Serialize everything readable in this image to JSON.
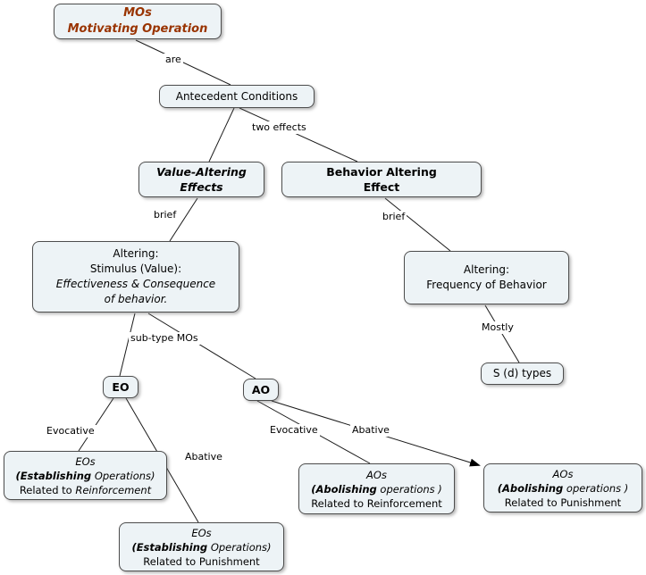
{
  "diagram_title": "MOs Motivating Operation concept map",
  "nodes": {
    "mo": {
      "line1": "MOs",
      "line2": "Motivating Operation"
    },
    "antecedent": {
      "label": "Antecedent Conditions"
    },
    "value_altering": {
      "line1": "Value-Altering",
      "line2": "Effects"
    },
    "behavior_altering": {
      "line1": "Behavior Altering",
      "line2": "Effect"
    },
    "altering_stimulus": {
      "line1": "Altering:",
      "line2": "Stimulus (Value):",
      "line3": "Effectiveness & Consequence",
      "line4": "of behavior."
    },
    "altering_frequency": {
      "line1": "Altering:",
      "line2": "Frequency of Behavior"
    },
    "eo": {
      "label": "EO"
    },
    "ao": {
      "label": "AO"
    },
    "sd_types": {
      "label": "S (d) types"
    },
    "eos_reinforcement": {
      "line1": "EOs",
      "line2_bold": "(Establishing",
      "line2_rest": " Operations)",
      "line3_pre": "Related to ",
      "line3_em": "Reinforcement"
    },
    "eos_punishment": {
      "line1": "EOs",
      "line2_bold": "(Establishing",
      "line2_rest": " Operations)",
      "line3": "Related to Punishment"
    },
    "aos_reinforcement": {
      "line1": "AOs",
      "line2_bold": "(Abolishing",
      "line2_rest": " operations )",
      "line3": "Related to Reinforcement"
    },
    "aos_punishment": {
      "line1": "AOs",
      "line2_bold": "(Abolishing",
      "line2_rest": " operations )",
      "line3": "Related to Punishment"
    }
  },
  "edge_labels": {
    "are": "are",
    "two_effects": "two effects",
    "brief_left": "brief",
    "brief_right": "brief",
    "subtype_mos": "sub-type MOs",
    "mostly": "Mostly",
    "evocative_left": "Evocative",
    "abative_left": "Abative",
    "evocative_right": "Evocative",
    "abative_right": "Abative"
  },
  "colors": {
    "node_fill": "#edf3f6",
    "node_border": "#4d4d4d",
    "mo_text": "#993300",
    "connector": "#000000",
    "background": "#ffffff"
  }
}
